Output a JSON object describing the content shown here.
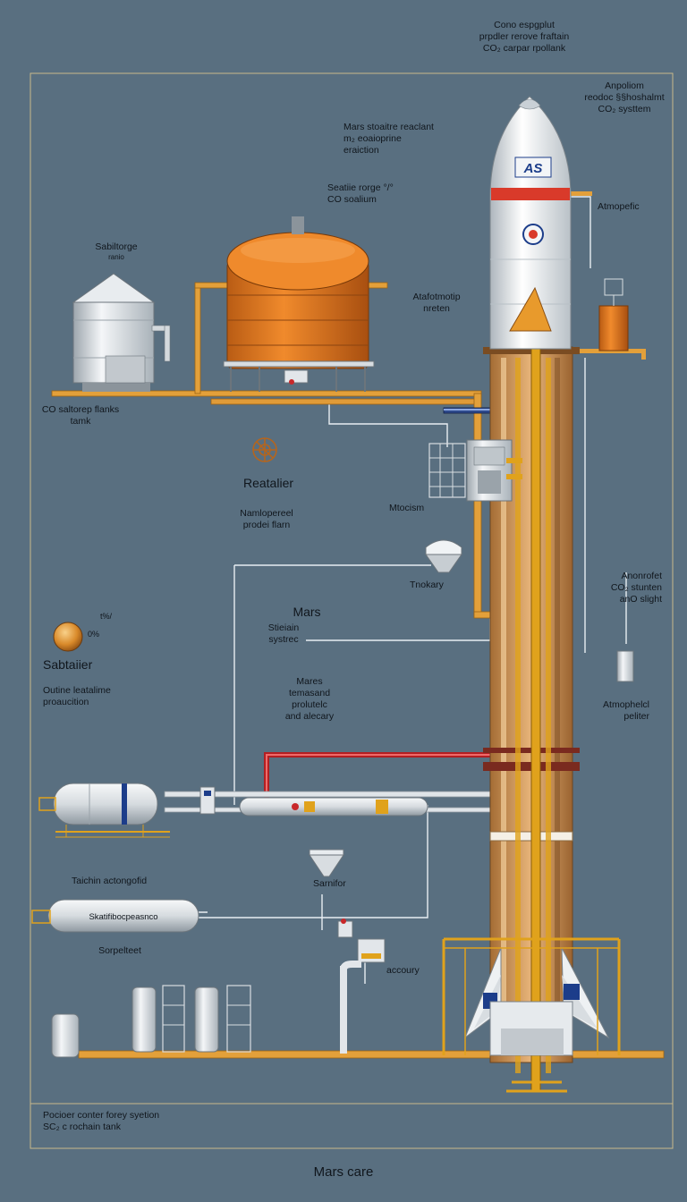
{
  "colors": {
    "background": "#596f80",
    "pipe_orange": "#e3a03a",
    "tank_orange": "#d9731f",
    "rocket_white": "#eceff2",
    "rocket_stripe": "#d93a2a",
    "tower": "#cf9a5c",
    "frame_yellow": "#e0a21c",
    "line_white": "#e6ecf0",
    "line_red": "#c8282a"
  },
  "labels": {
    "top_center": [
      "Cono espgplut",
      "prpdler rerove fraftain",
      "CO₂ carpar rpollank"
    ],
    "top_right": [
      "Anpoliom",
      "reodoc §§hoshalmt",
      "CO₂ systtem"
    ],
    "mars_storage": [
      "Mars stoaitre reaclant",
      "m₂ eoaioprine",
      "eraiction"
    ],
    "sabatier_storage": [
      "Seatiie rorge °/°",
      "CO soalium"
    ],
    "sabatier_tank_small": [
      "Sabiltorge",
      "ranio"
    ],
    "atmospheric_top": [
      "Atmopefic"
    ],
    "atmosphere_mid": [
      "Atafotmotip",
      "nreten"
    ],
    "co_storage_tanks": [
      "CO saltorep flanks",
      "tamk"
    ],
    "reactor_title": [
      "Reatalier"
    ],
    "reactor_sub": [
      "Namlopereel",
      "prodei flarn"
    ],
    "module": [
      "Mtocism"
    ],
    "tank_small": [
      "Tnokary"
    ],
    "mars_heading": [
      "Mars"
    ],
    "station_system": [
      "Stieiain",
      "systrec"
    ],
    "mars_terrain": [
      "Mares",
      "temasand",
      "prolutelc",
      "and alecary"
    ],
    "planet_pct": [
      "t%/",
      "0%"
    ],
    "sabatier_left": [
      "Sabtaiier"
    ],
    "outline_production": [
      "Outine leatalime",
      "proaucition"
    ],
    "right_co2": [
      "Anonrofet",
      "CO₂ stunten",
      "anO slight"
    ],
    "atmospheric_panel": [
      "Atmophelcl",
      "peliter"
    ],
    "sampler": [
      "Sarnifor"
    ],
    "terrain_tank_title": [
      "Taichin actongofid"
    ],
    "terrain_tank_inner": [
      "Skatifibocpeasnco"
    ],
    "sorpelteet": [
      "Sorpelteet"
    ],
    "accuracy": [
      "accoury"
    ],
    "bottom_note": [
      "Pocioer conter forey syetion",
      "SC₂ c rochain tank"
    ],
    "rocket_logo": "AS",
    "footer_title": "Mars care"
  }
}
